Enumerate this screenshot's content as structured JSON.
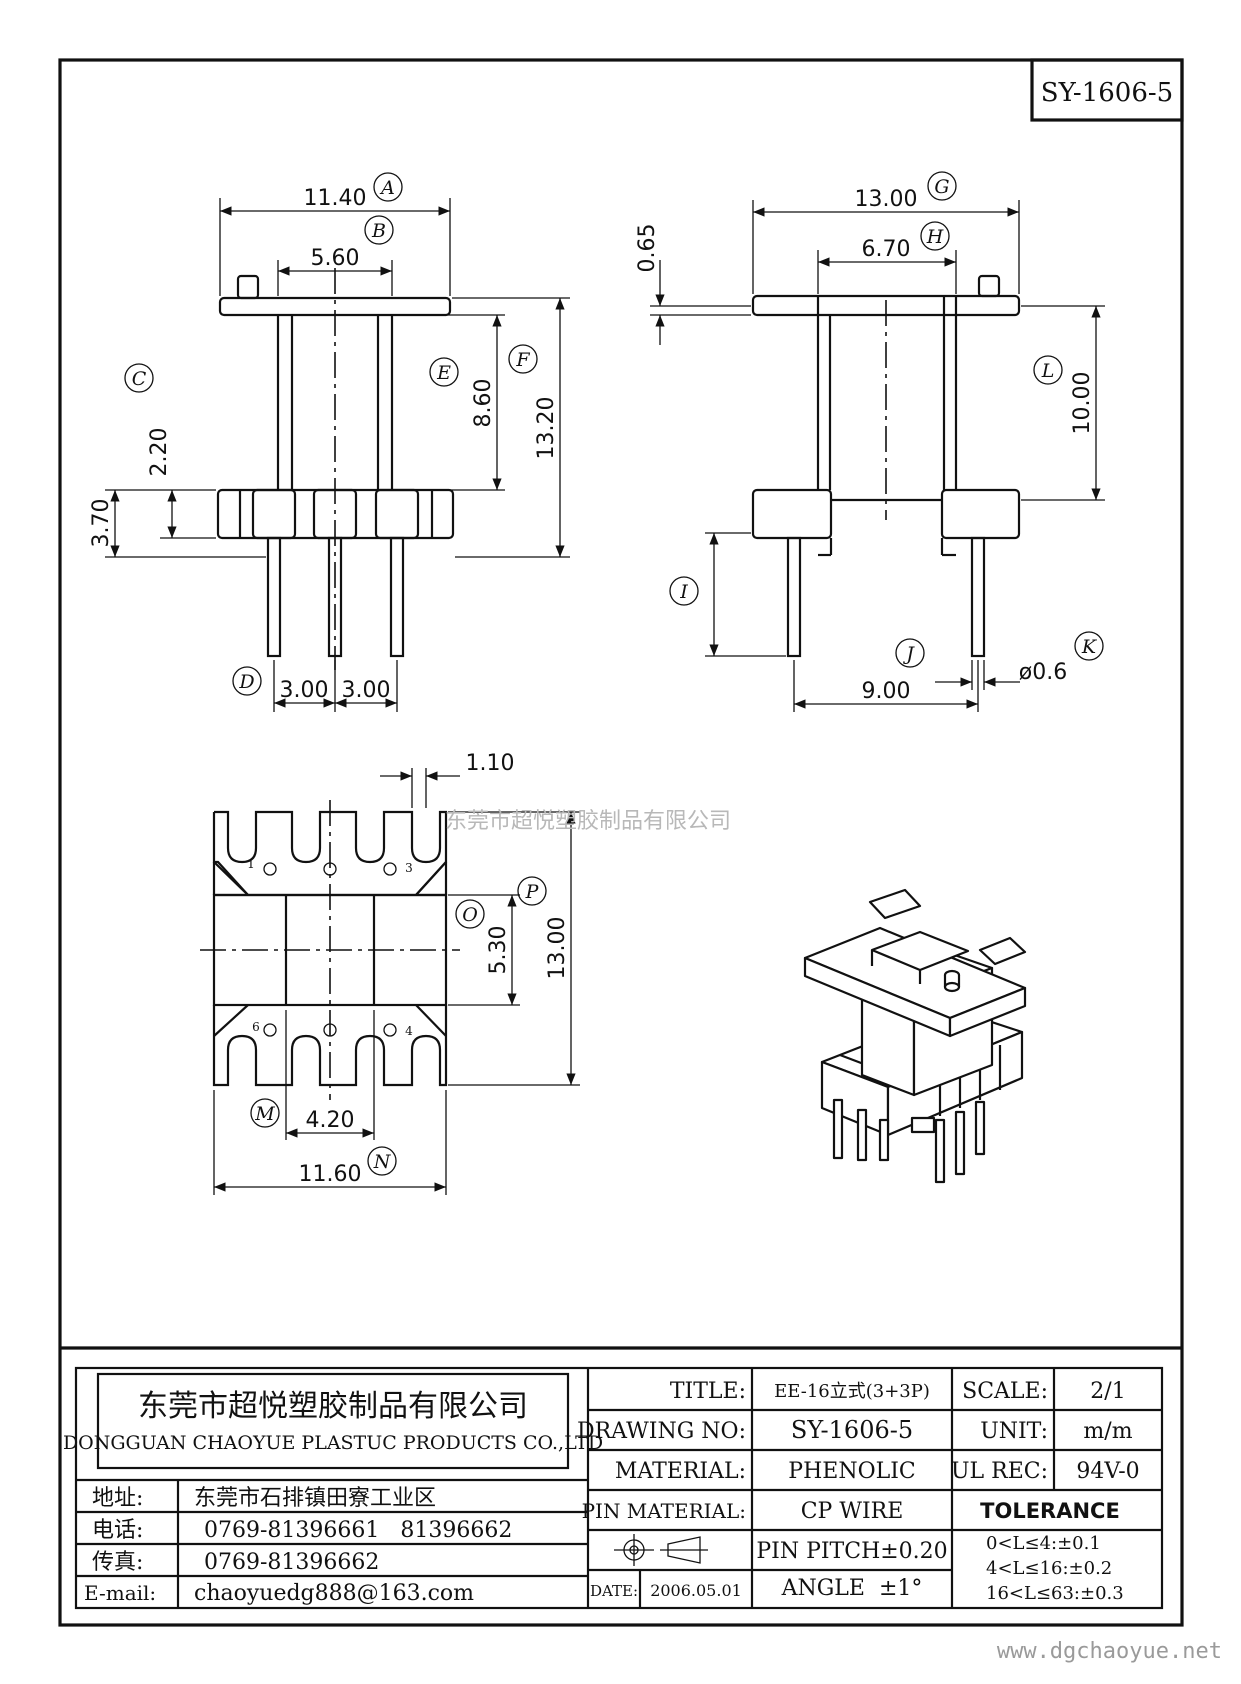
{
  "drawing_id": "SY-1606-5",
  "watermark": "东莞市超悦塑胶制品有限公司",
  "website": "www.dgchaoyue.net",
  "front_view": {
    "dims": {
      "a": "11.40",
      "b": "5.60",
      "c": "2.20",
      "d": "3.70",
      "e": "8.60",
      "f": "13.20",
      "g": "3.00",
      "h": "3.00"
    },
    "labels": {
      "A": "A",
      "B": "B",
      "C": "C",
      "D": "D",
      "E": "E",
      "F": "F"
    }
  },
  "side_view": {
    "dims": {
      "a": "13.00",
      "b": "6.70",
      "c": "0.65",
      "d": "10.00",
      "e": "9.00",
      "f": "ø0.6"
    },
    "labels": {
      "G": "G",
      "H": "H",
      "I": "I",
      "J": "J",
      "K": "K",
      "L": "L"
    }
  },
  "bottom_view": {
    "dims": {
      "a": "1.10",
      "b": "5.30",
      "c": "13.00",
      "d": "4.20",
      "e": "11.60"
    },
    "labels": {
      "M": "M",
      "N": "N",
      "O": "O",
      "P": "P"
    },
    "pins": {
      "p1": "1",
      "p3": "3",
      "p4": "4",
      "p6": "6"
    }
  },
  "title_block": {
    "company_cn": "东莞市超悦塑胶制品有限公司",
    "company_en": "DONGGUAN CHAOYUE PLASTUC PRODUCTS CO.,LTD",
    "address_label": "地址:",
    "address": "东莞市石排镇田寮工业区",
    "phone_label": "电话:",
    "phone": "0769-81396661   81396662",
    "fax_label": "传真:",
    "fax": "0769-81396662",
    "email_label": "E-mail:",
    "email": "chaoyuedg888@163.com",
    "title_label": "TITLE:",
    "title": "EE-16立式(3+3P)",
    "drawing_no_label": "DRAWING NO:",
    "drawing_no": "SY-1606-5",
    "material_label": "MATERIAL:",
    "material": "PHENOLIC",
    "pin_material_label": "PIN MATERIAL:",
    "pin_material": "CP WIRE",
    "date_label": "DATE:",
    "date": "2006.05.01",
    "scale_label": "SCALE:",
    "scale": "2/1",
    "unit_label": "UNIT:",
    "unit": "m/m",
    "ul_label": "UL REC:",
    "ul": "94V-0",
    "pin_pitch": "PIN PITCH±0.20",
    "angle": "ANGLE  ±1°",
    "tolerance_label": "TOLERANCE",
    "tol1": "0<L≤4:±0.1",
    "tol2": "4<L≤16:±0.2",
    "tol3": "16<L≤63:±0.3"
  }
}
